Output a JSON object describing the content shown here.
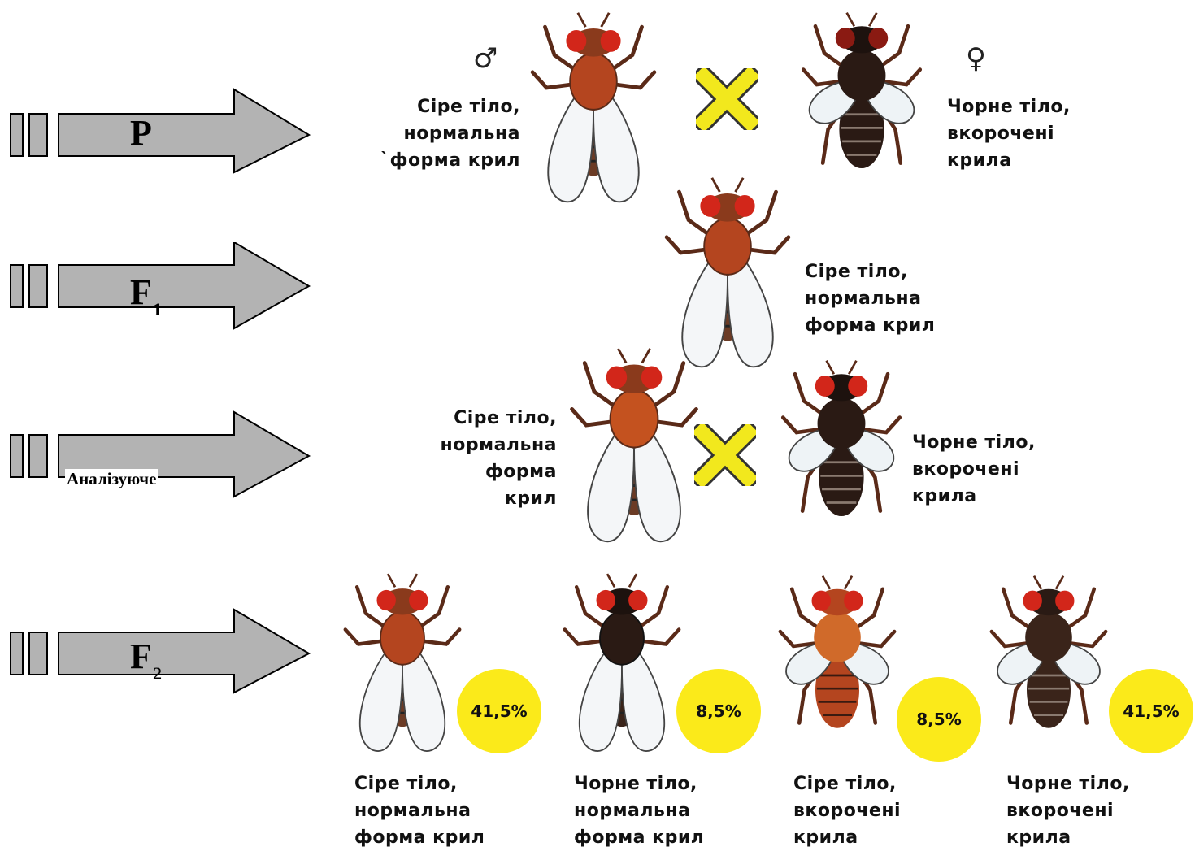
{
  "rows": [
    {
      "id": "p",
      "label": "P",
      "sub": ""
    },
    {
      "id": "f1",
      "label": "F",
      "sub": "1"
    },
    {
      "id": "test",
      "label": "Аналізуюче",
      "sub": ""
    },
    {
      "id": "f2",
      "label": "F",
      "sub": "2"
    }
  ],
  "symbols": {
    "male": "♂",
    "female": "♀"
  },
  "parents": {
    "male": {
      "lines": [
        "Сіре тіло,",
        "нормальна",
        "`форма крил"
      ]
    },
    "female": {
      "lines": [
        "Чорне тіло,",
        "вкорочені",
        "крила"
      ]
    }
  },
  "f1": {
    "lines": [
      "Сіре тіло,",
      "нормальна",
      "форма крил"
    ]
  },
  "testcross": {
    "left": {
      "lines": [
        "Сіре тіло,",
        "нормальна",
        "форма",
        "крил"
      ]
    },
    "right": {
      "lines": [
        "Чорне тіло,",
        "вкорочені",
        "крила"
      ]
    }
  },
  "f2": [
    {
      "percent": "41,5%",
      "percent_value": 41.5,
      "lines": [
        "Сіре тіло,",
        "нормальна",
        "форма крил"
      ]
    },
    {
      "percent": "8,5%",
      "percent_value": 8.5,
      "lines": [
        "Чорне тіло,",
        "нормальна",
        "форма крил"
      ]
    },
    {
      "percent": "8,5%",
      "percent_value": 8.5,
      "lines": [
        "Сіре тіло,",
        "вкорочені",
        "крила"
      ]
    },
    {
      "percent": "41,5%",
      "percent_value": 41.5,
      "lines": [
        "Чорне тіло,",
        "вкорочені",
        "крила"
      ]
    }
  ],
  "colors": {
    "arrow": "#b3b3b3",
    "cross": "#f2e81d",
    "bubble": "#fbea1a",
    "grey_body": "#b4451f",
    "black_body": "#2a1a14",
    "eye": "#d2261a"
  }
}
